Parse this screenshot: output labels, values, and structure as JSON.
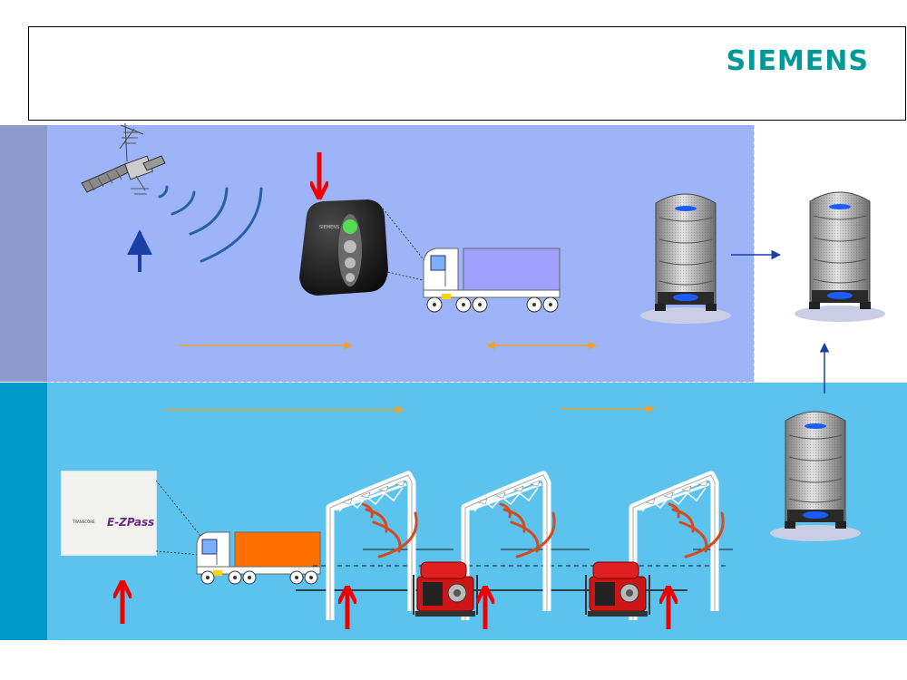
{
  "header": {
    "logo_text": "SIEMENS"
  },
  "colors": {
    "brand": "#009999",
    "gps_band": "#9db5f8",
    "dsrc_band": "#5bc3ee",
    "left_top": "#8f99cc",
    "left_bottom": "#0099cc",
    "red_arrow": "#ee0000",
    "blue_arrow": "#1a3fa6",
    "orange_line": "#f0a030",
    "signal_wave": "#2a5fa8",
    "gantry_wave": "#d84a1a",
    "trailer_top": "#a0a0ff",
    "trailer_bottom": "#ff7000"
  },
  "icons": {
    "satellite": "satellite-icon",
    "obu": "onboard-unit-icon",
    "tag": "ezpass-tag-icon",
    "server": "server-icon",
    "generator": "generator-icon"
  },
  "devices": {
    "tag_brand_small": "TRANSCORE",
    "tag_brand": "E-ZPass",
    "obu_brand": "SIEMENS"
  }
}
